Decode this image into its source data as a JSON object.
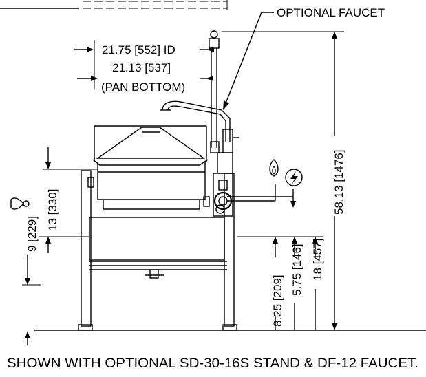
{
  "labels": {
    "optional_faucet": "OPTIONAL FAUCET",
    "id_width": "21.75 [552] ID",
    "pan_bottom_width": "21.13 [537]",
    "pan_bottom_note": "(PAN BOTTOM)",
    "overall_height": "58.13 [1476]",
    "height_330": "13 [330]",
    "height_229": "9 [229]",
    "height_209": "8.25 [209]",
    "height_146": "5.75 [146]",
    "height_457": "18 [457]",
    "caption": "SHOWN WITH OPTIONAL SD-30-16S STAND & DF-12 FAUCET."
  },
  "icons": {
    "gas": "gas-flame-icon",
    "electric": "electric-bolt-icon",
    "water": "water-drop-icon"
  }
}
